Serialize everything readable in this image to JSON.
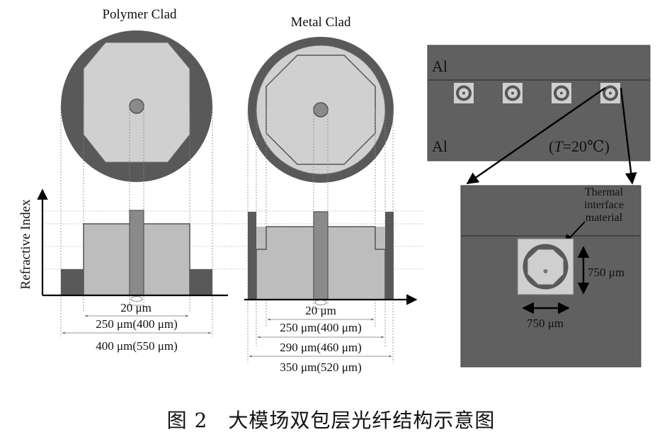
{
  "polymer_panel": {
    "title": "Polymer Clad",
    "y_axis_label": "Refractive Index",
    "dims": [
      "20 μm",
      "250 μm(400 μm)",
      "400 μm(550 μm)"
    ]
  },
  "metal_panel": {
    "title": "Metal Clad",
    "dims": [
      "20 μm",
      "250 μm(400 μm)",
      "290 μm(460 μm)",
      "350 μm(520 μm)"
    ]
  },
  "heatsink_panel": {
    "top_label": "Al",
    "bottom_label": "Al",
    "temperature_prefix": "(",
    "temperature_var": "T",
    "temperature_value": "=20℃)",
    "tim_label_lines": [
      "Thermal",
      "interface",
      "material"
    ],
    "width_dim": "750 μm",
    "height_dim": "750 μm"
  },
  "caption": "图 2　大模场双包层光纤结构示意图",
  "colors": {
    "dark_gray": "#595959",
    "light_gray": "#cfcfcf",
    "mid_gray": "#9a9a9a",
    "panel_gray": "#606060"
  }
}
